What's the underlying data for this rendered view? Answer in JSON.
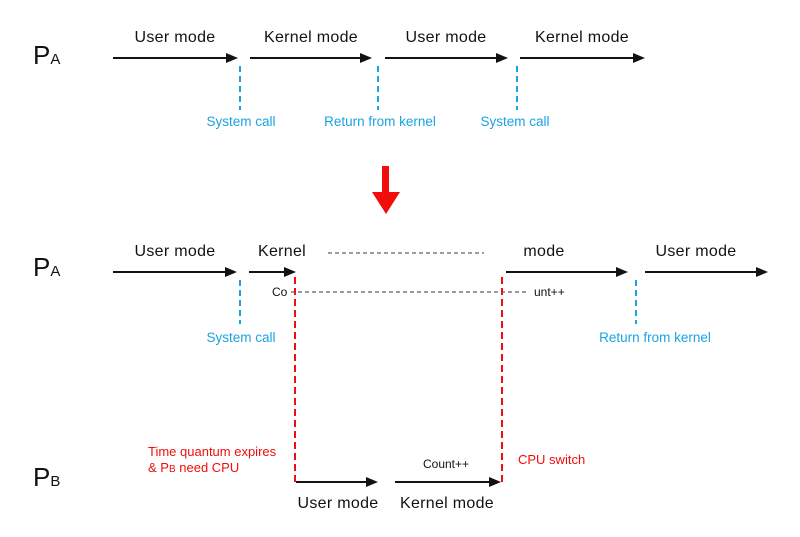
{
  "colors": {
    "accent_cyan": "#1aa3e2",
    "accent_red": "#f20d0d",
    "gray_dash": "#9c9c9c",
    "ink": "#121212"
  },
  "top_timeline": {
    "process": {
      "name": "P",
      "subscript": "A"
    },
    "segments": [
      {
        "label": "User mode"
      },
      {
        "label": "Kernel mode"
      },
      {
        "label": "User mode"
      },
      {
        "label": "Kernel mode"
      }
    ],
    "events": [
      {
        "label": "System call"
      },
      {
        "label": "Return from kernel"
      },
      {
        "label": "System call"
      }
    ]
  },
  "bottom_timeline": {
    "pa": {
      "process": {
        "name": "P",
        "subscript": "A"
      },
      "segment_user1": "User mode",
      "segment_kernel_left": "Kernel",
      "segment_kernel_right": "mode",
      "segment_user2": "User mode",
      "count_left": "Co",
      "count_right": "unt++",
      "event_system_call": "System call",
      "event_return": "Return from kernel"
    },
    "pb": {
      "process": {
        "name": "P",
        "subscript": "B"
      },
      "segment_user": "User mode",
      "segment_kernel": "Kernel mode",
      "count_label": "Count++",
      "reason_line1": "Time quantum expires",
      "reason_line2_prefix": "& P",
      "reason_line2_sub": "B",
      "reason_line2_suffix": " need CPU",
      "cpu_switch": "CPU switch"
    }
  }
}
